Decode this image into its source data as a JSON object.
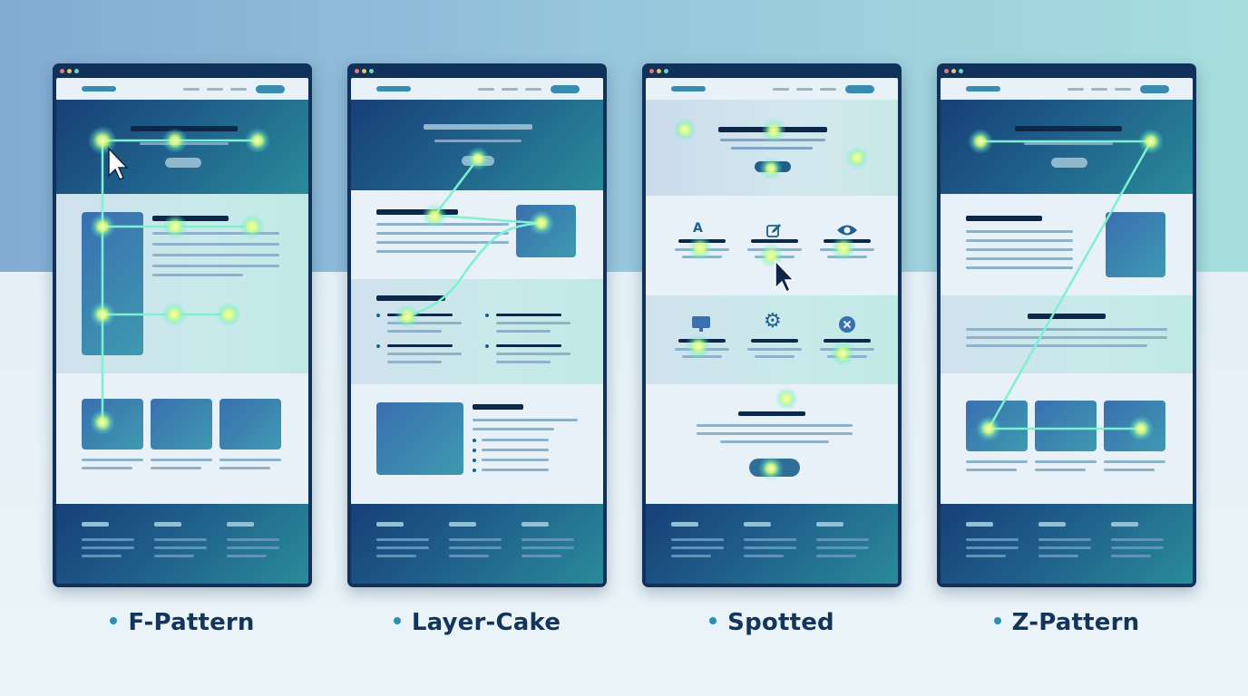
{
  "colors": {
    "frame": "#10325a",
    "hero_gradient": [
      "#173f78",
      "#2a8b9a"
    ],
    "accent_teal": "#3a8bb0",
    "glow": "#e6ff9a",
    "path_line": "#7ff0d0",
    "caption_text": "#14345a"
  },
  "patterns": [
    {
      "label": "F-Pattern"
    },
    {
      "label": "Layer-Cake"
    },
    {
      "label": "Spotted"
    },
    {
      "label": "Z-Pattern"
    }
  ],
  "icons": [
    "text-a-icon",
    "edit-icon",
    "eye-icon",
    "monitor-icon",
    "gear-icon",
    "close-circle-icon",
    "cursor-icon"
  ]
}
